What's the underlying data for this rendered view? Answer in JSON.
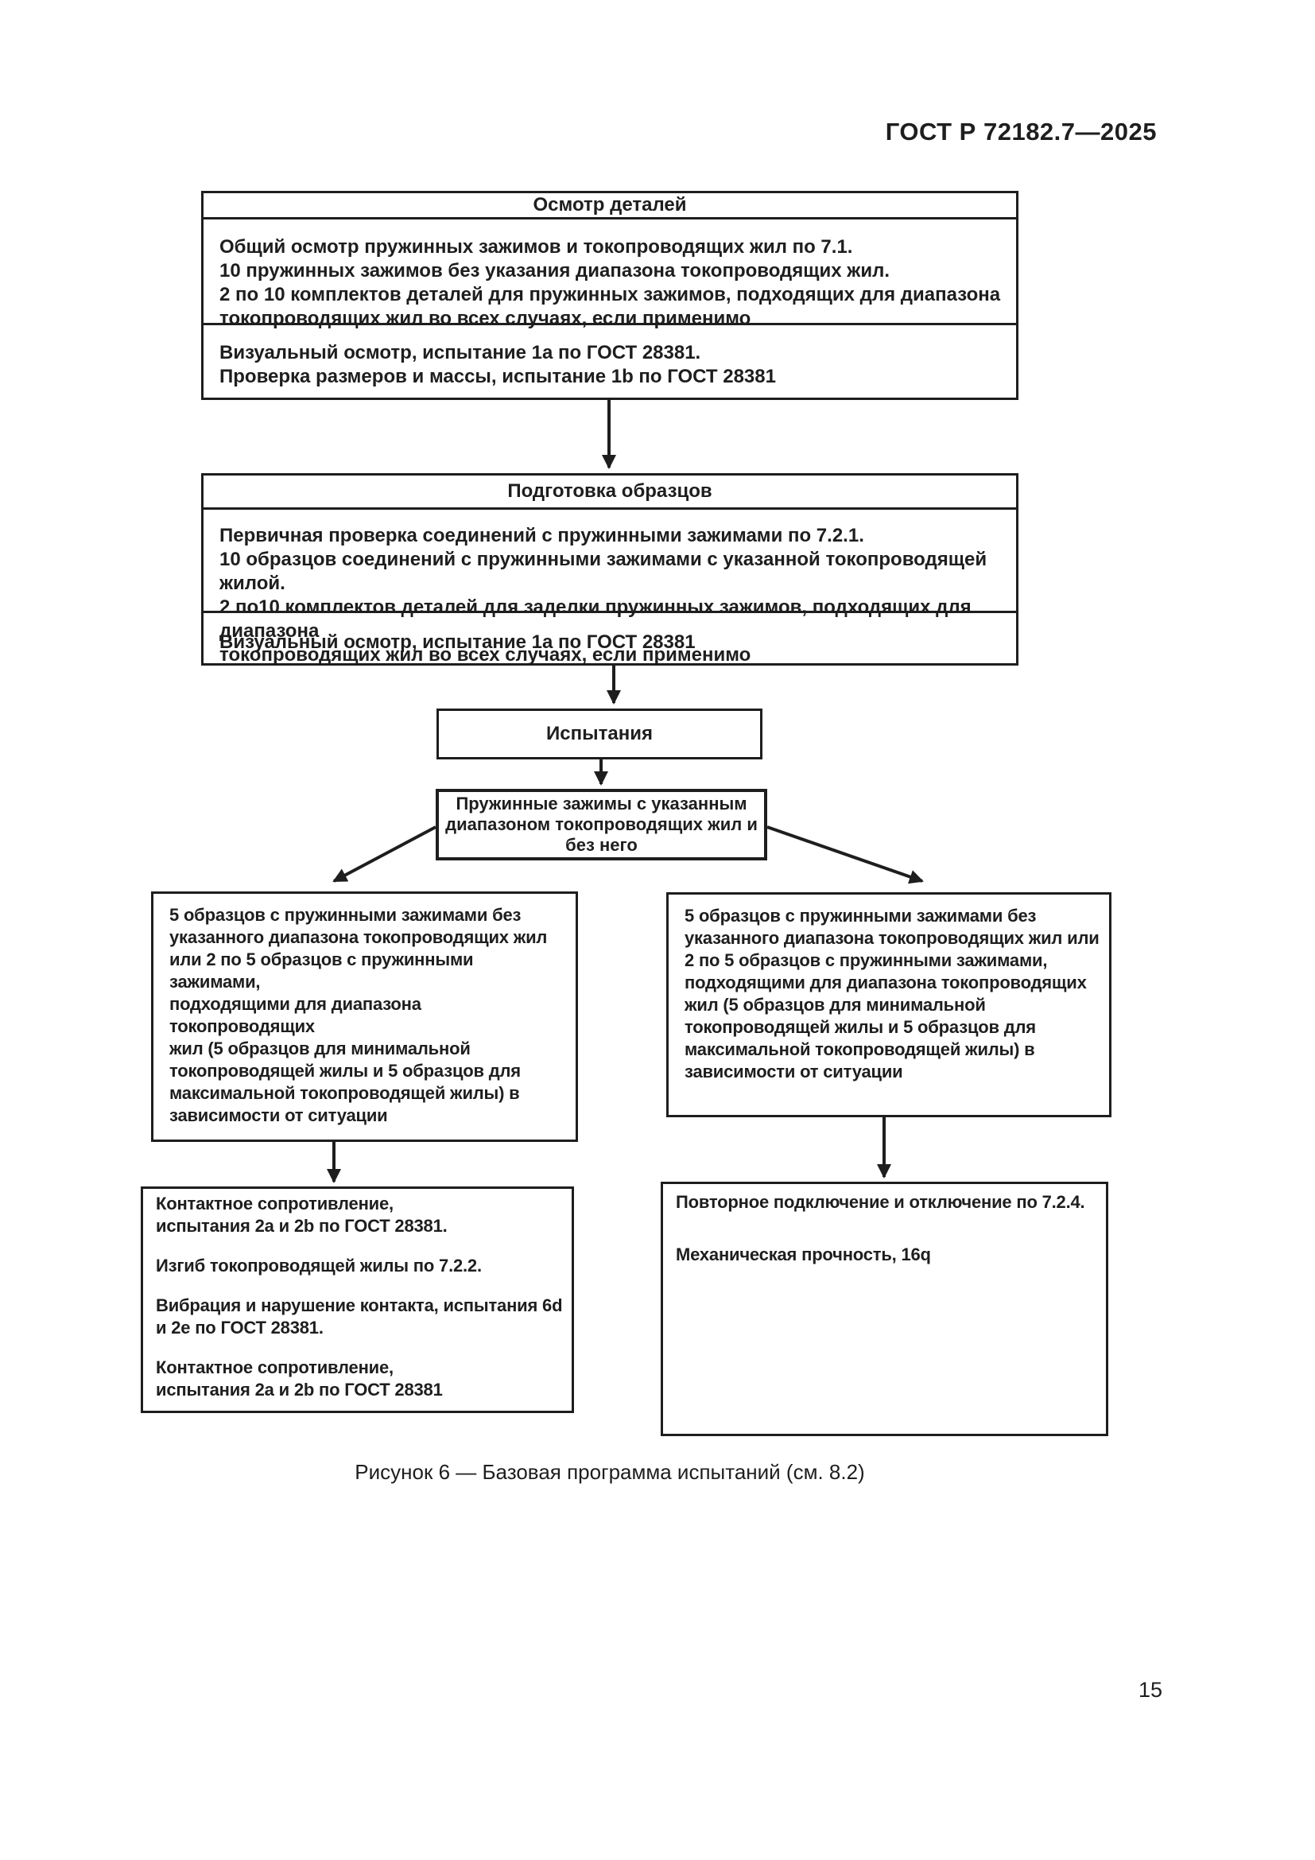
{
  "page": {
    "header": "ГОСТ Р 72182.7—2025",
    "caption": "Рисунок 6 — Базовая программа испытаний (см. 8.2)",
    "page_number": "15"
  },
  "colors": {
    "ink": "#1e1e1e",
    "paper": "#ffffff"
  },
  "flowchart": {
    "inspection": {
      "title": "Осмотр деталей",
      "body_lines": [
        "Общий осмотр пружинных зажимов и токопроводящих жил по 7.1.",
        "10 пружинных зажимов без указания диапазона токопроводящих жил.",
        "2 по 10 комплектов деталей для пружинных зажимов, подходящих для диапазона",
        "токопроводящих жил во всех случаях, если применимо"
      ],
      "tests_lines": [
        "Визуальный осмотр, испытание 1а по ГОСТ 28381.",
        "Проверка размеров и массы, испытание 1b по ГОСТ 28381"
      ]
    },
    "preparation": {
      "title": "Подготовка образцов",
      "body_lines": [
        "Первичная проверка соединений с пружинными зажимами по 7.2.1.",
        "10 образцов соединений с пружинными зажимами с указанной токопроводящей жилой.",
        "2 по10 комплектов деталей для заделки пружинных зажимов, подходящих для диапазона",
        "токопроводящих жил во всех случаях, если применимо"
      ],
      "tests_lines": [
        "Визуальный осмотр, испытание 1а по ГОСТ 28381"
      ]
    },
    "tests": {
      "title": "Испытания"
    },
    "clamps": {
      "lines": [
        "Пружинные зажимы с указанным",
        "диапазоном токопроводящих жил и",
        "без него"
      ]
    },
    "branch_left": {
      "lines": [
        "5 образцов с пружинными зажимами без",
        "указанного диапазона токопроводящих жил",
        "или 2 по 5 образцов с пружинными зажимами,",
        "подходящими для диапазона токопроводящих",
        "жил (5 образцов для минимальной",
        "токопроводящей жилы и 5 образцов для",
        "максимальной токопроводящей жилы) в",
        "зависимости от ситуации"
      ]
    },
    "branch_right": {
      "lines": [
        "5 образцов с пружинными зажимами без",
        "указанного диапазона токопроводящих жил или",
        "2 по 5 образцов с пружинными зажимами,",
        "подходящими для диапазона токопроводящих",
        "жил (5 образцов для минимальной",
        "токопроводящей жилы и 5 образцов для",
        "максимальной токопроводящей жилы) в",
        "зависимости от ситуации"
      ]
    },
    "tests_left": {
      "paragraphs": [
        "Контактное сопротивление,\nиспытания 2а и 2b по ГОСТ 28381.",
        "Изгиб токопроводящей жилы по 7.2.2.",
        "Вибрация и нарушение контакта, испытания 6d\nи 2е по ГОСТ 28381.",
        "Контактное сопротивление,\nиспытания 2а и 2b по ГОСТ 28381"
      ]
    },
    "tests_right": {
      "paragraphs": [
        "Повторное подключение и отключение по 7.2.4.",
        "Механическая прочность, 16q"
      ]
    }
  }
}
